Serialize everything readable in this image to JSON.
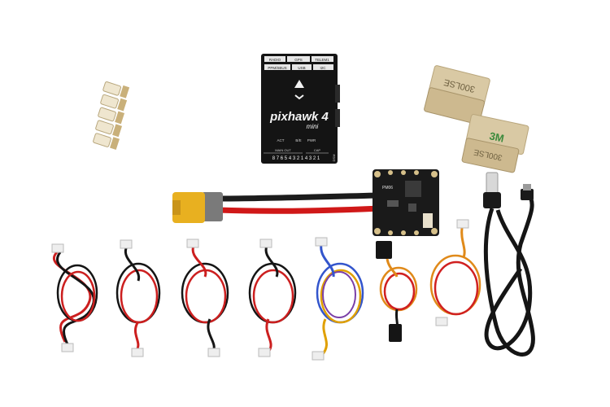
{
  "flight_controller": {
    "brand_text": "pixhawk 4",
    "model_text": "mini",
    "indicator_labels": [
      "ACT",
      "B/E",
      "PWR"
    ],
    "header_left_label": "MAIN OUT",
    "header_right_label": "CAP",
    "pin_numbers": "8 7 6 5 4 3 2 1 4 3 2 1",
    "side_label": "DSM",
    "port_labels": [
      "RADIO",
      "GPS",
      "TELEM1",
      "PPM/SBUS",
      "USB",
      "I2C"
    ]
  },
  "tape": {
    "brand_text": "3M",
    "product_text": "300LSE"
  },
  "pmb": {
    "label_text": "PM06"
  },
  "colors": {
    "background": "#ffffff",
    "fc_body": "#141414",
    "xt60_yellow": "#e8b020",
    "wire_red": "#d01818",
    "wire_black": "#1c1c1c",
    "tape_tan": "#d9c9a4"
  }
}
